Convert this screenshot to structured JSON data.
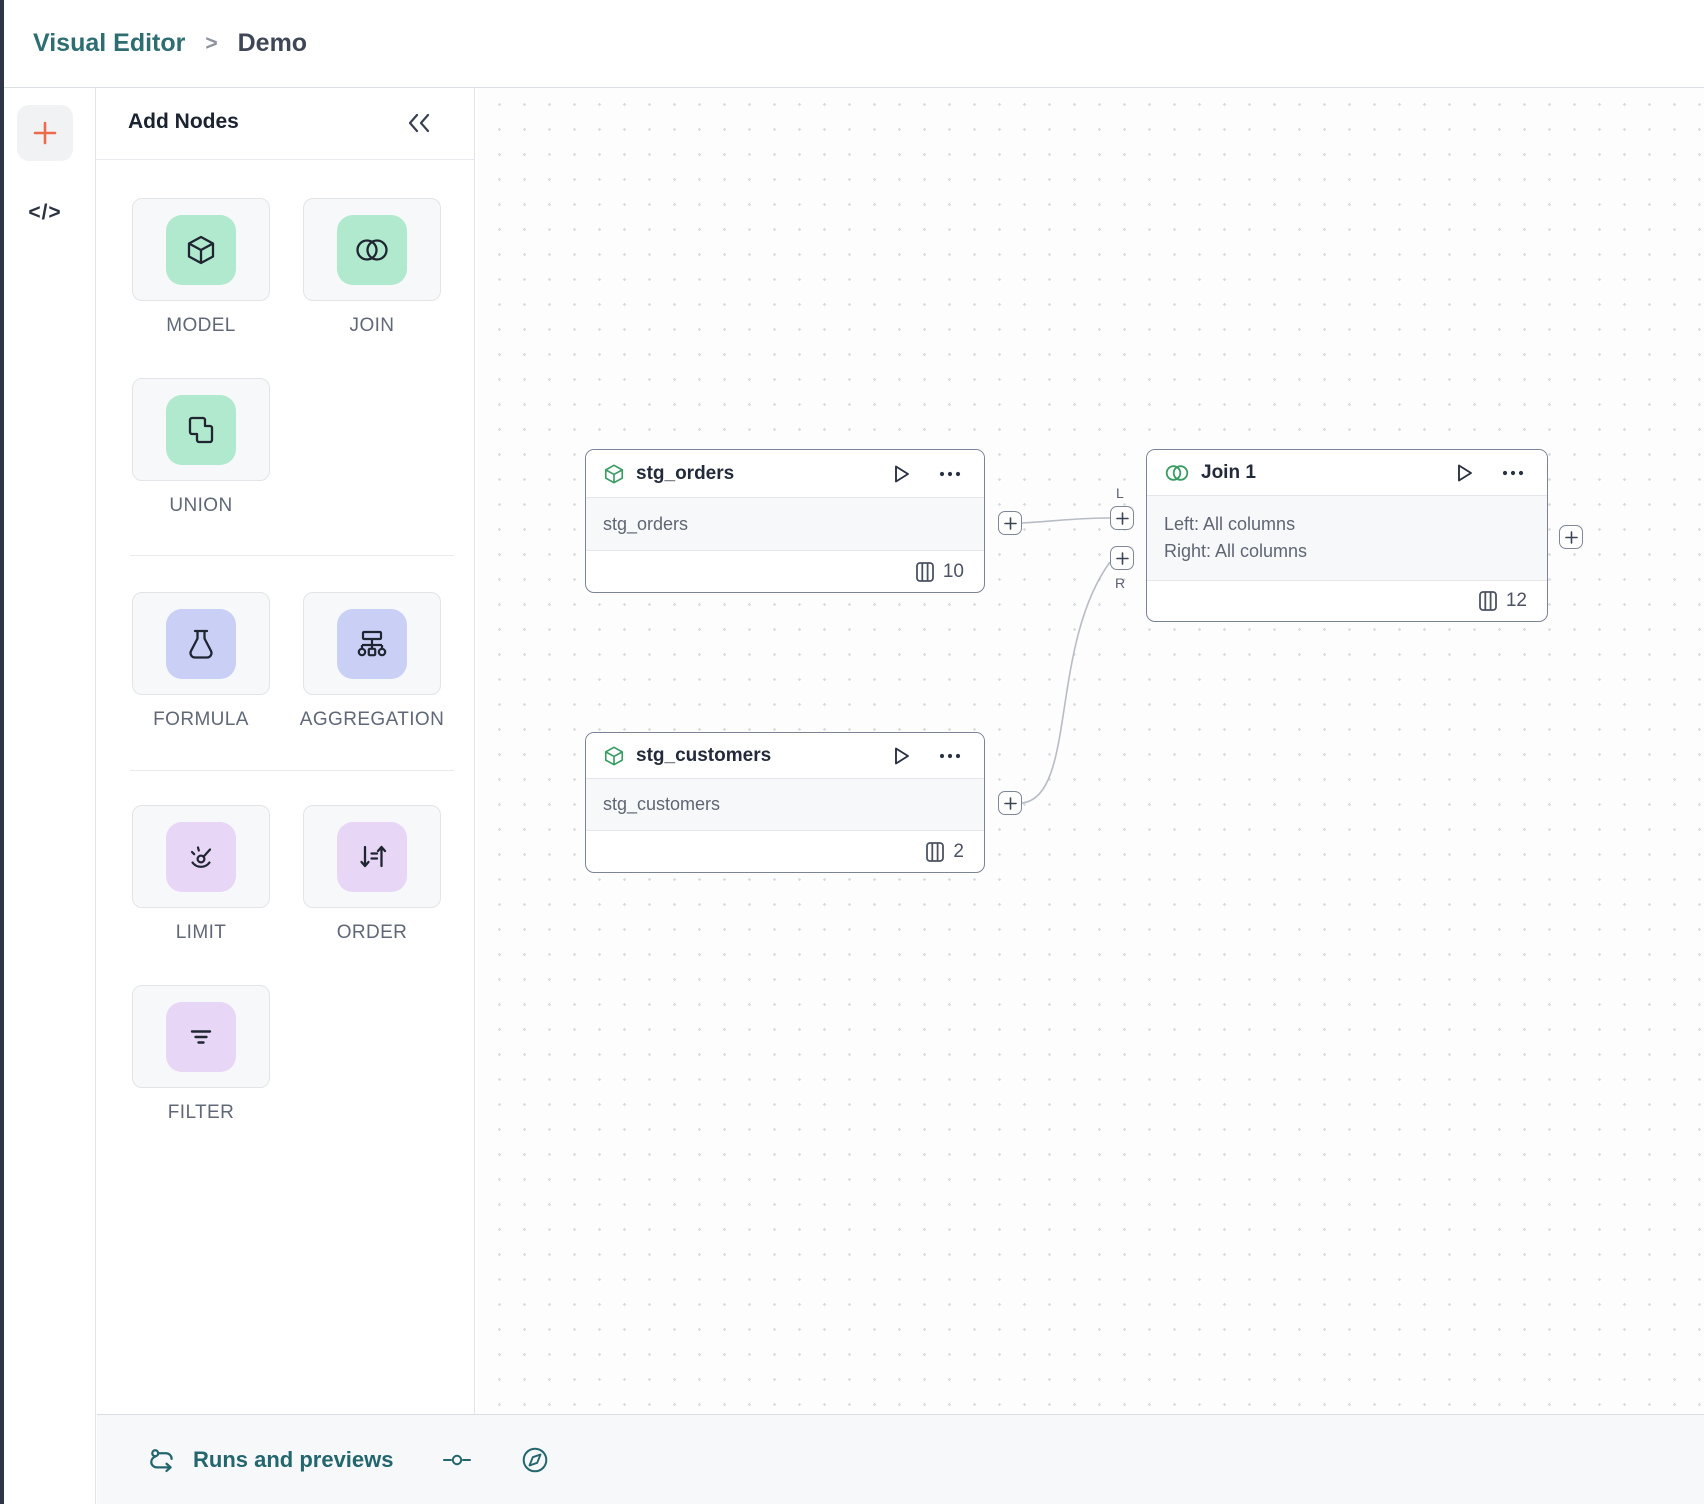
{
  "header": {
    "breadcrumb_root": "Visual Editor",
    "breadcrumb_sep": ">",
    "breadcrumb_leaf": "Demo"
  },
  "left_rail": {
    "add_tooltip": "+",
    "code_label": "</>"
  },
  "panel": {
    "title": "Add Nodes",
    "groups": [
      {
        "items": [
          {
            "label": "MODEL"
          },
          {
            "label": "JOIN"
          },
          {
            "label": "UNION"
          }
        ]
      },
      {
        "items": [
          {
            "label": "FORMULA"
          },
          {
            "label": "AGGREGATION"
          }
        ]
      },
      {
        "items": [
          {
            "label": "LIMIT"
          },
          {
            "label": "ORDER"
          },
          {
            "label": "FILTER"
          }
        ]
      }
    ]
  },
  "canvas": {
    "nodes": {
      "stg_orders": {
        "title": "stg_orders",
        "body": "stg_orders",
        "column_count": "10"
      },
      "stg_customers": {
        "title": "stg_customers",
        "body": "stg_customers",
        "column_count": "2"
      },
      "join": {
        "title": "Join 1",
        "line1": "Left: All columns",
        "line2": "Right: All columns",
        "column_count": "12"
      }
    },
    "handle_labels": {
      "left": "L",
      "right": "R"
    }
  },
  "footer": {
    "runs_label": "Runs and previews"
  },
  "colors": {
    "teal_brand": "#2e6e72",
    "orange_accent": "#ed6a4c",
    "mint_tile": "#b0e9cd",
    "periwinkle_tile": "#c9cff5",
    "lavender_tile": "#e7d6f6",
    "node_icon_green": "#3b9c63",
    "dark_ink": "#1f2531"
  }
}
